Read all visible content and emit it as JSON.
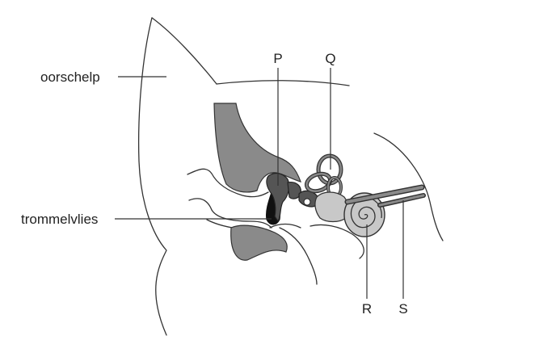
{
  "labels": {
    "oorschelp": "oorschelp",
    "trommelvlies": "trommelvlies",
    "p": "P",
    "q": "Q",
    "r": "R",
    "s": "S"
  },
  "colors": {
    "bone_dark": "#8a8a8a",
    "ossicle_dark": "#555555",
    "cochlea_light": "#c8c8c8",
    "eardrum": "#111111",
    "line": "#333333"
  }
}
